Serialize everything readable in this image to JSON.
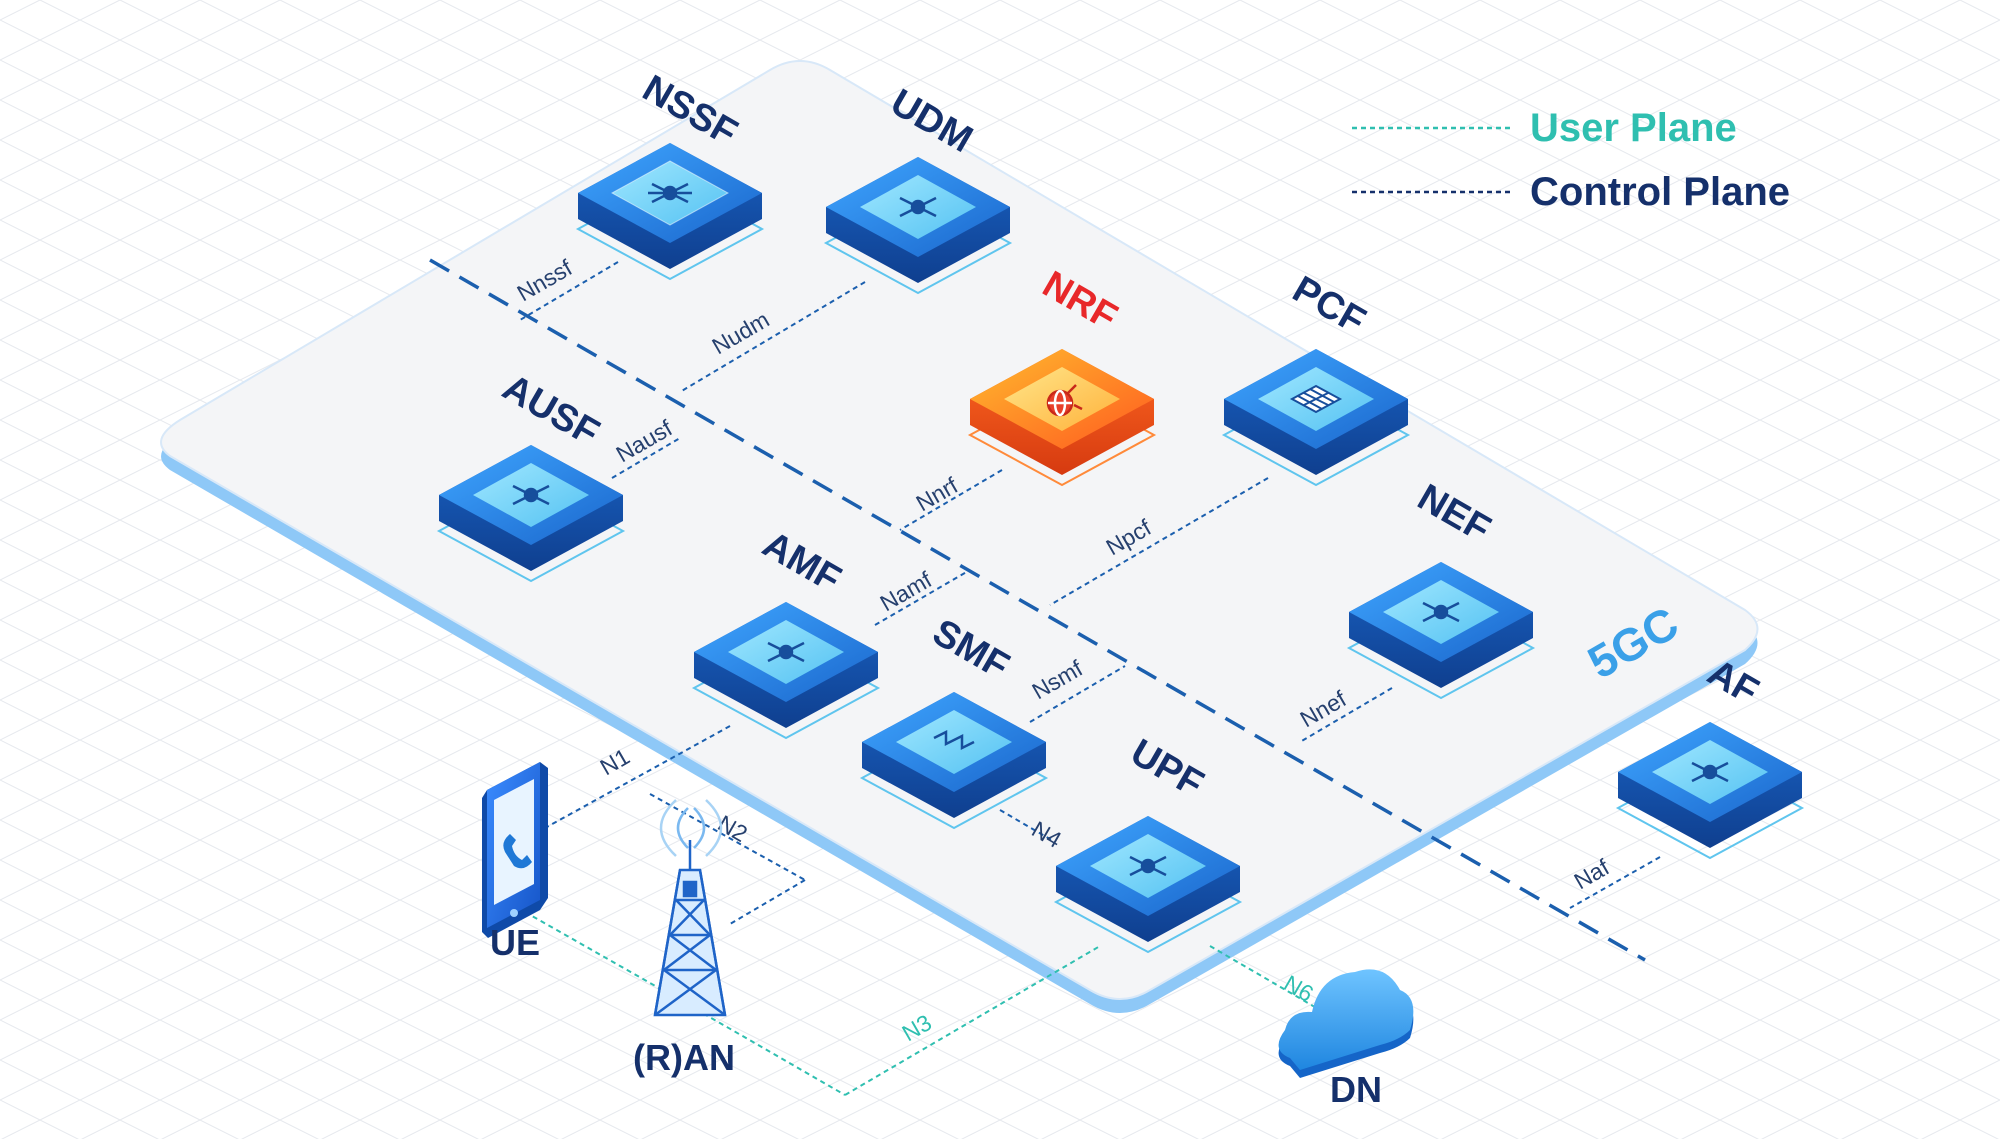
{
  "legend": {
    "user_plane": "User Plane",
    "control_plane": "Control Plane",
    "user_plane_color": "#2fbfb0",
    "control_plane_color": "#15306b"
  },
  "core": {
    "label": "5GC",
    "color": "#3aa0e8"
  },
  "colors": {
    "node_blue": "#1f78d6",
    "node_highlight": "#ff5a1f",
    "highlight_label": "#e8282a",
    "service_bus": "#1b5fae"
  },
  "nodes": {
    "nssf": {
      "label": "NSSF",
      "icon": "network-hub-icon"
    },
    "udm": {
      "label": "UDM",
      "icon": "network-hub-icon"
    },
    "nrf": {
      "label": "NRF",
      "icon": "globe-repository-icon"
    },
    "pcf": {
      "label": "PCF",
      "icon": "policy-grid-icon"
    },
    "ausf": {
      "label": "AUSF",
      "icon": "network-hub-icon"
    },
    "nef": {
      "label": "NEF",
      "icon": "network-hub-icon"
    },
    "amf": {
      "label": "AMF",
      "icon": "network-hub-icon"
    },
    "smf": {
      "label": "SMF",
      "icon": "session-icon"
    },
    "upf": {
      "label": "UPF",
      "icon": "network-hub-icon"
    },
    "af": {
      "label": "AF",
      "icon": "network-hub-icon"
    }
  },
  "interfaces": {
    "nnssf": "Nnssf",
    "nudm": "Nudm",
    "nausf": "Nausf",
    "nnrf": "Nnrf",
    "npcf": "Npcf",
    "namf": "Namf",
    "nsmf": "Nsmf",
    "nnef": "Nnef",
    "naf": "Naf",
    "n1": "N1",
    "n2": "N2",
    "n3": "N3",
    "n4": "N4",
    "n6": "N6"
  },
  "endpoints": {
    "ue": {
      "label": "UE",
      "icon": "smartphone-icon"
    },
    "ran": {
      "label": "(R)AN",
      "icon": "radio-tower-icon"
    },
    "dn": {
      "label": "DN",
      "icon": "cloud-icon"
    }
  }
}
